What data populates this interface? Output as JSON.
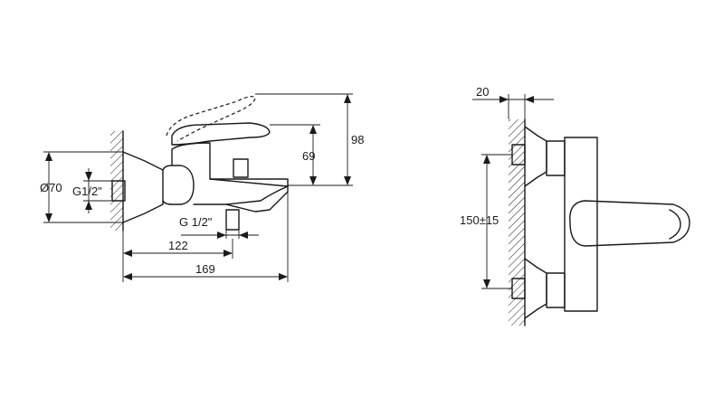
{
  "side_view": {
    "dim_height_total": "98",
    "dim_height_body": "69",
    "dim_flange_diameter": "Ø70",
    "dim_inlet_thread": "G1/2\"",
    "dim_outlet_thread": "G 1/2\"",
    "dim_depth_outlet": "122",
    "dim_depth_total": "169"
  },
  "front_view": {
    "dim_wall_offset": "20",
    "dim_center_distance": "150±15"
  }
}
